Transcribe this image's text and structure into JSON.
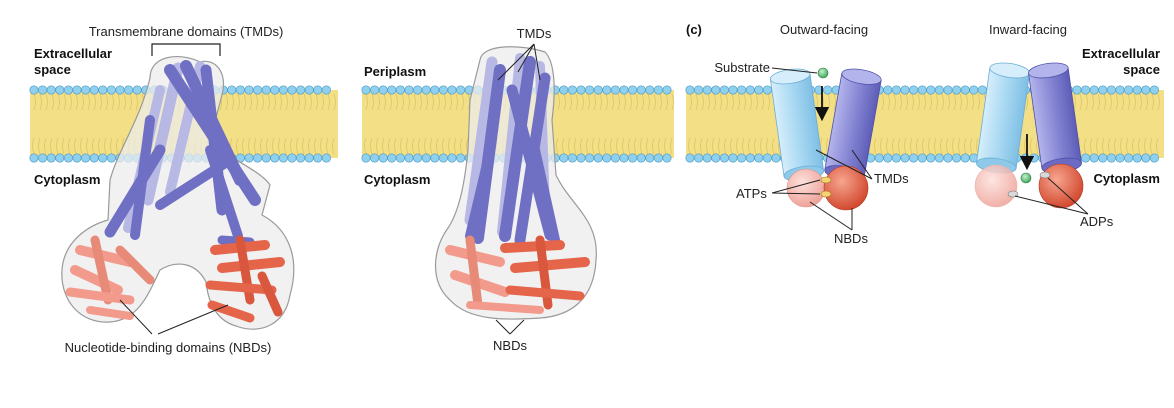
{
  "panel_a": {
    "tmd_label": "Transmembrane domains (TMDs)",
    "extracellular": "Extracellular",
    "space": "space",
    "cytoplasm": "Cytoplasm",
    "nbd_label": "Nucleotide-binding domains (NBDs)"
  },
  "panel_b": {
    "tmd_label": "TMDs",
    "periplasm": "Periplasm",
    "cytoplasm": "Cytoplasm",
    "nbd_label": "NBDs"
  },
  "panel_c": {
    "letter": "(c)",
    "outward": "Outward-facing",
    "inward": "Inward-facing",
    "extracellular": "Extracellular",
    "space": "space",
    "cytoplasm": "Cytoplasm",
    "substrate": "Substrate",
    "tmds": "TMDs",
    "atps": "ATPs",
    "nbds": "NBDs",
    "adps": "ADPs"
  },
  "colors": {
    "lipid_head": "#8fd0ee",
    "lipid_tail": "#f3df86",
    "helix_dark": "#6f6fc4",
    "helix_light": "#b8b8e4",
    "nbd_dark": "#e4654a",
    "nbd_light": "#f29b8c",
    "cyl_light": "#a8d8f2",
    "cyl_dark": "#8686d4",
    "substrate": "#5cc47a"
  }
}
